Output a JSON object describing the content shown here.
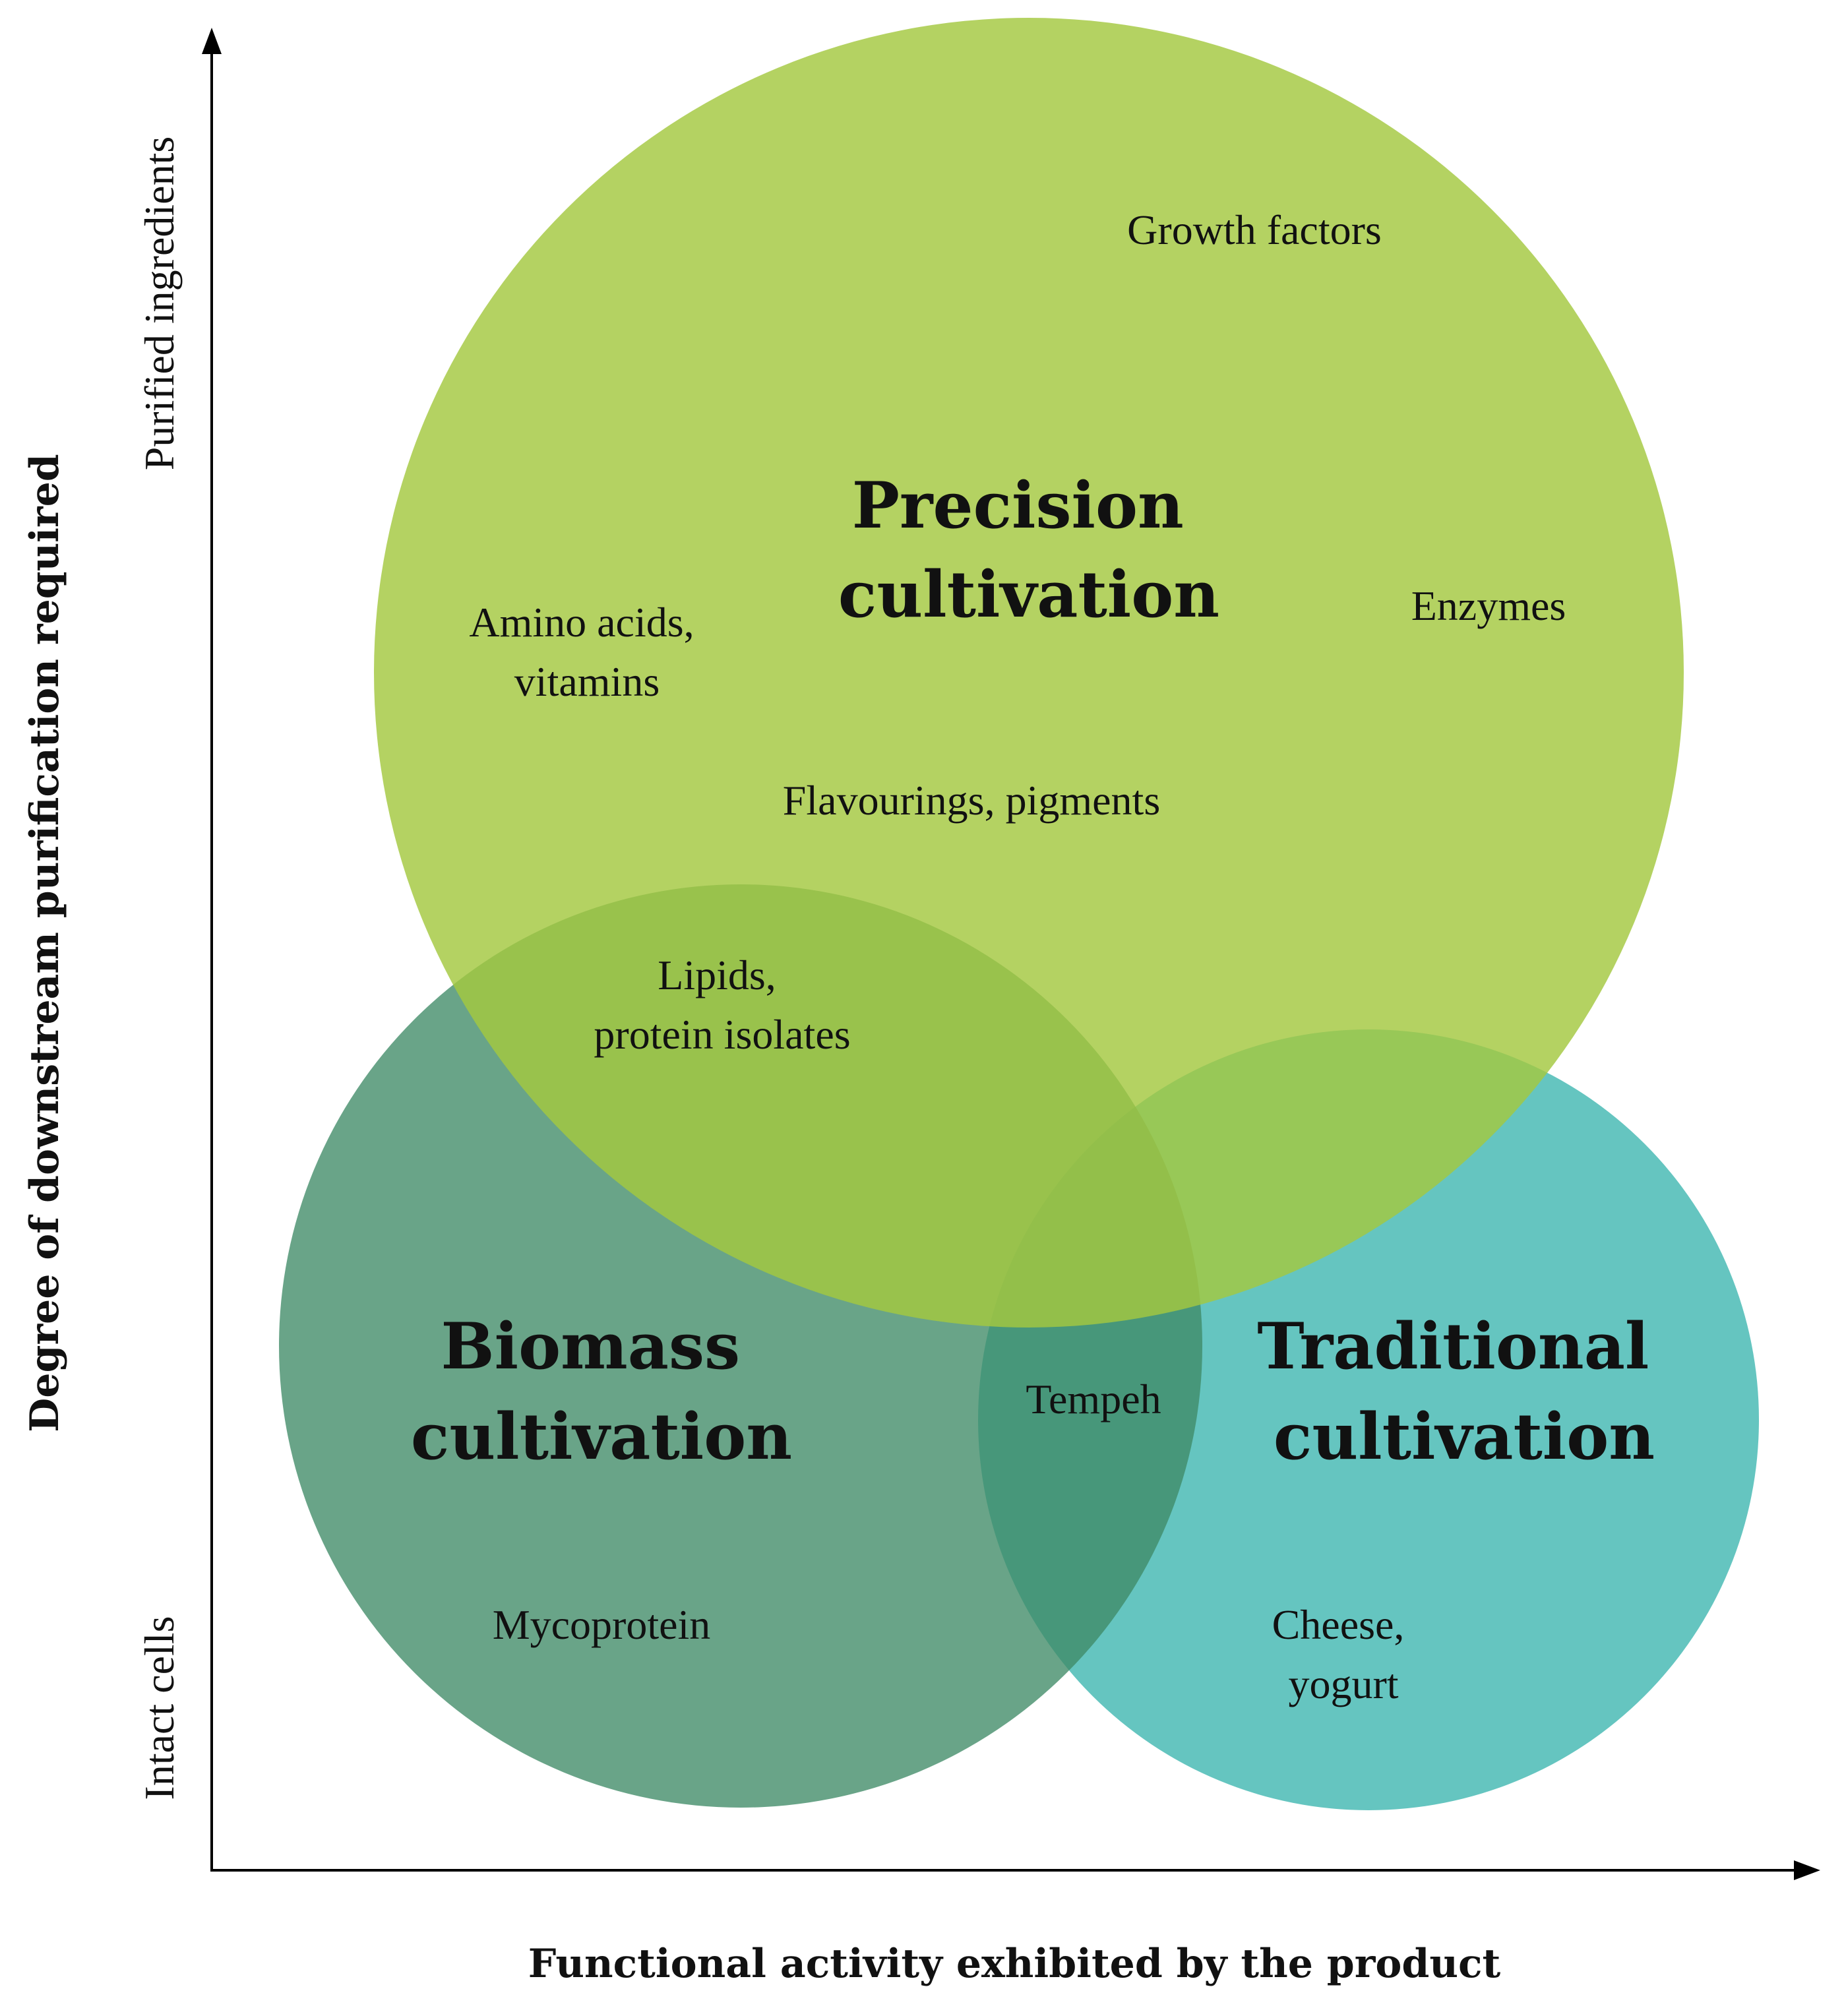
{
  "axes": {
    "y_title": "Degree of downstream purification required",
    "y_top_label": "Purified ingredients",
    "y_bottom_label": "Intact cells",
    "x_title": "Functional activity exhibited by the product"
  },
  "circles": {
    "precision": {
      "title_line1": "Precision",
      "title_line2": "cultivation",
      "color": "#a8cb4a"
    },
    "biomass": {
      "title_line1": "Biomass",
      "title_line2": "cultivation",
      "color": "#4e9272"
    },
    "traditional": {
      "title_line1": "Traditional",
      "title_line2": "cultivation",
      "color": "#3fb6b0"
    }
  },
  "items": {
    "growth_factors": "Growth factors",
    "amino_line1": "Amino acids,",
    "amino_line2": "vitamins",
    "enzymes": "Enzymes",
    "flavourings": "Flavourings, pigments",
    "lipids_line1": "Lipids,",
    "lipids_line2": "protein isolates",
    "tempeh": "Tempeh",
    "mycoprotein": "Mycoprotein",
    "cheese_line1": "Cheese,",
    "cheese_line2": "yogurt"
  }
}
